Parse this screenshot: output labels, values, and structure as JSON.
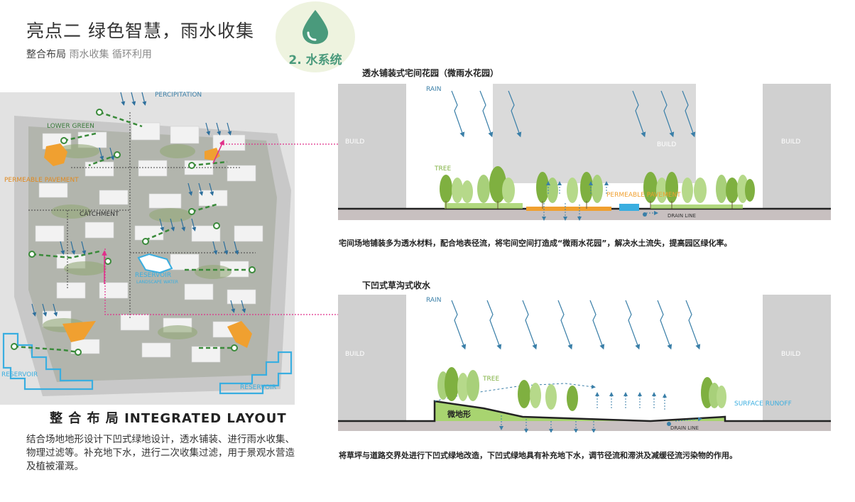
{
  "header": {
    "title": "亮点二  绿色智慧，雨水收集",
    "subtitle_main": "整合布局",
    "subtitle_sub": "雨水收集 循环利用"
  },
  "badge": {
    "label": "2. 水系统",
    "icon": "water-drop-icon",
    "color": "#4a9a7c"
  },
  "masterplan": {
    "labels": {
      "precipitation": "PERCIPITATION",
      "lower_green": "LOWER GREEN",
      "permeable_pavement": "PERMEABLE  PAVEMENT",
      "catchment": "CATCHMENT",
      "reservoir_center": "RESERVOIR",
      "landscape_water": "LANDSCAPE WATER",
      "reservoir_left": "RESERVOIR",
      "reservoir_right": "RESERVOIR"
    },
    "title": "整 合 布 局   INTEGRATED LAYOUT",
    "description": "结合场地地形设计下凹式绿地设计，透水铺装、进行雨水收集、物理过滤等。补充地下水，进行二次收集过滤，用于景观水营造及植被灌溉。"
  },
  "section1": {
    "title": "透水铺装式宅间花园（微雨水花园）",
    "labels": {
      "rain": "RAIN",
      "build_left": "BUILD",
      "build_mid": "BUILD",
      "build_right": "BUILD",
      "tree": "TREE",
      "permeable": "PERMEABLE  PAVEMENT",
      "drain": "DRAIN LINE"
    },
    "description": "宅间场地铺装多为透水材料，配合地表径流，将宅间空间打造成“微雨水花园”，解决水土流失，提高园区绿化率。"
  },
  "section2": {
    "title": "下凹式草沟式收水",
    "labels": {
      "rain": "RAIN",
      "build_left": "BUILD",
      "build_right": "BUILD",
      "tree": "TREE",
      "micro": "微地形",
      "surface_runoff": "SURFACE RUNOFF",
      "drain": "DRAIN LINE"
    },
    "description": "将草坪与道路交界处进行下凹式绿地改造，下凹式绿地具有补充地下水，调节径流和滞洪及减缓径流污染物的作用。"
  },
  "colors": {
    "orange": "#f0a030",
    "green": "#7fb040",
    "rain_blue": "#3a7fa8",
    "reservoir": "#3aaee0",
    "magenta": "#e0308a",
    "building": "#d0d0d0"
  }
}
